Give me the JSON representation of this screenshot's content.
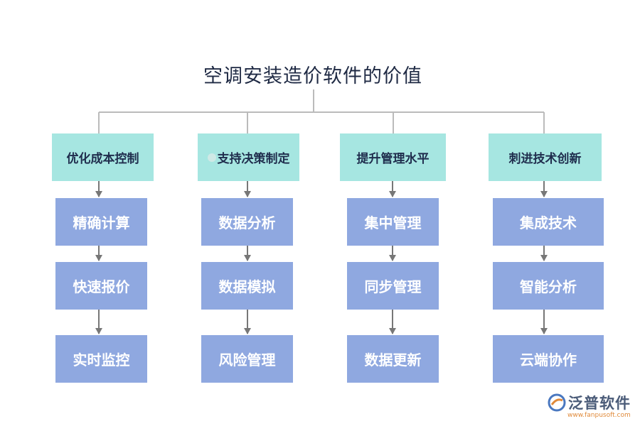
{
  "title": "空调安装造价软件的价值",
  "colors": {
    "head_fill": "#a6e6e1",
    "child_fill": "#8fa8e0",
    "connector": "#777777"
  },
  "branches": [
    {
      "label": "优化成本控制",
      "children": [
        "精确计算",
        "快速报价",
        "实时监控"
      ]
    },
    {
      "label": "支持决策制定",
      "children": [
        "数据分析",
        "数据模拟",
        "风险管理"
      ]
    },
    {
      "label": "提升管理水平",
      "children": [
        "集中管理",
        "同步管理",
        "数据更新"
      ]
    },
    {
      "label": "刺进技术创新",
      "children": [
        "集成技术",
        "智能分析",
        "云端协作"
      ]
    }
  ],
  "logo": {
    "brand": "泛普软件",
    "url": "www.fanpusoft.com"
  }
}
